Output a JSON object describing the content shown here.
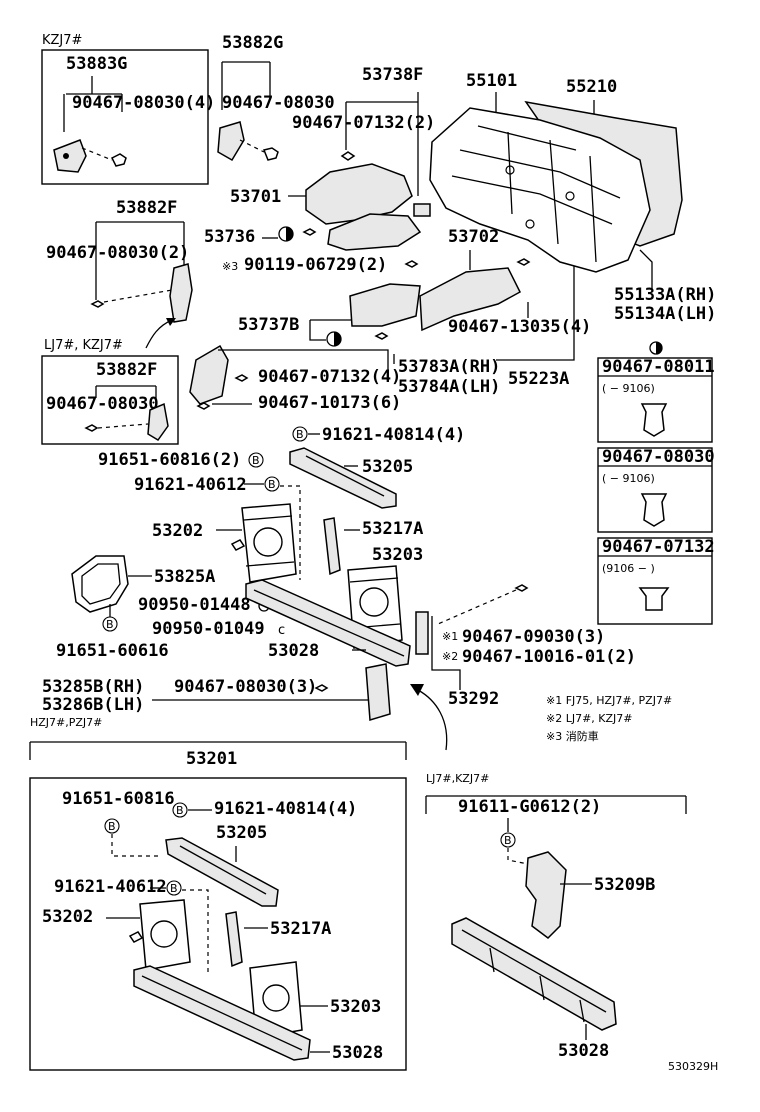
{
  "groups": {
    "kzj7": "KZJ7#",
    "lj7_kzj7": "LJ7#, KZJ7#",
    "hzj7_pzj7": "HZJ7#,PZJ7#",
    "lj7_kzj7_b": "LJ7#,KZJ7#"
  },
  "labels": {
    "p53883G": "53883G",
    "p90467_08030_4": "90467-08030(4)",
    "p53882G": "53882G",
    "p90467_08030_a": "90467-08030",
    "p53738F": "53738F",
    "p90467_07132_2": "90467-07132(2)",
    "p55101": "55101",
    "p55210": "55210",
    "p53701": "53701",
    "p53736": "53736",
    "p90119_06729_2": "90119-06729(2)",
    "p53702": "53702",
    "p53882F_a": "53882F",
    "p90467_08030_2": "90467-08030(2)",
    "p55133A": "55133A(RH)",
    "p55134A": "55134A(LH)",
    "p53737B": "53737B",
    "p90467_13035_4": "90467-13035(4)",
    "p53882F_b": "53882F",
    "p90467_08030_b": "90467-08030",
    "p53783A": "53783A(RH)",
    "p53784A": "53784A(LH)",
    "p55223A": "55223A",
    "p90467_07132_4": "90467-07132(4)",
    "p90467_10173_6": "90467-10173(6)",
    "p91621_40814_4_a": "91621-40814(4)",
    "p91651_60816_2": "91651-60816(2)",
    "p53205_a": "53205",
    "p91621_40612_a": "91621-40612",
    "p53202_a": "53202",
    "p53217A_a": "53217A",
    "p53203_a": "53203",
    "p53825A": "53825A",
    "p90950_01448": "90950-01448",
    "p90950_01049": "90950-01049",
    "p91651_60616": "91651-60616",
    "p53028_a": "53028",
    "p90467_09030_3": "90467-09030(3)",
    "p90467_10016_01_2": "90467-10016-01(2)",
    "p53285B": "53285B(RH)",
    "p53286B": "53286B(LH)",
    "p90467_08030_3": "90467-08030(3)",
    "p53292": "53292",
    "p53201": "53201",
    "p91651_60816": "91651-60816",
    "p91621_40814_4_b": "91621-40814(4)",
    "p53205_b": "53205",
    "p91621_40612_b": "91621-40612",
    "p53202_b": "53202",
    "p53217A_b": "53217A",
    "p53203_b": "53203",
    "p53028_b": "53028",
    "p91611_G0612_2": "91611-G0612(2)",
    "p53209B": "53209B",
    "p53028_c": "53028"
  },
  "markers": {
    "b": "B",
    "note1": "※1",
    "note2": "※2",
    "note3": "※3"
  },
  "legend_boxes": [
    {
      "part": "90467-08011",
      "range": "( − 9106)"
    },
    {
      "part": "90467-08030",
      "range": "( − 9106)"
    },
    {
      "part": "90467-07132",
      "range": "(9106 −      )"
    }
  ],
  "notes": [
    "※1 FJ75, HZJ7#, PZJ7#",
    "※2 LJ7#, KZJ7#",
    "※3 消防車"
  ],
  "figure_id": "530329H"
}
